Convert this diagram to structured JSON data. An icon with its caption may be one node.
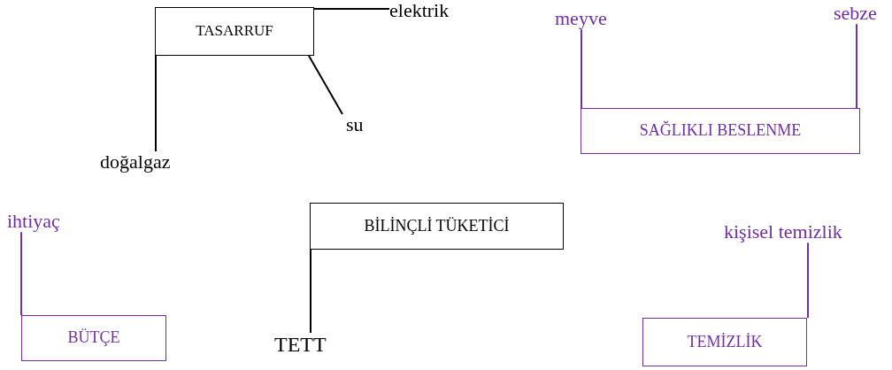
{
  "diagram": {
    "nodes": [
      {
        "text": [
          "TASARRUF"
        ]
      },
      {
        "text": [
          "elektrik"
        ]
      },
      {
        "text": [
          "su"
        ]
      },
      {
        "text": [
          "doğalgaz"
        ]
      },
      {
        "text": [
          "meyve"
        ]
      },
      {
        "text": [
          "sebze"
        ]
      },
      {
        "text": [
          "SAĞLIKLI BESLENME"
        ]
      },
      {
        "text": [
          "ihtiyaç"
        ]
      },
      {
        "text": [
          "BİLİNÇLİ TÜKETİCİ"
        ]
      },
      {
        "text": [
          "kişisel temizlik"
        ]
      },
      {
        "text": [
          "BÜTÇE"
        ]
      },
      {
        "text": [
          "TETT"
        ]
      },
      {
        "text": [
          "TEMİZLİK"
        ]
      }
    ],
    "edges": [
      {
        "from": 0,
        "to": 1,
        "arrow": "none"
      },
      {
        "from": 0,
        "to": 2,
        "arrow": "none"
      },
      {
        "from": 0,
        "to": 3,
        "arrow": "none"
      },
      {
        "from": 4,
        "to": 6,
        "arrow": "none",
        "color": "#7030a0"
      },
      {
        "from": 5,
        "to": 6,
        "arrow": "none",
        "color": "#7030a0"
      },
      {
        "from": 7,
        "to": 10,
        "arrow": "none",
        "color": "#7030a0"
      },
      {
        "from": 8,
        "to": 11,
        "arrow": "none"
      },
      {
        "from": 9,
        "to": 12,
        "arrow": "none",
        "color": "#7030a0"
      }
    ]
  }
}
